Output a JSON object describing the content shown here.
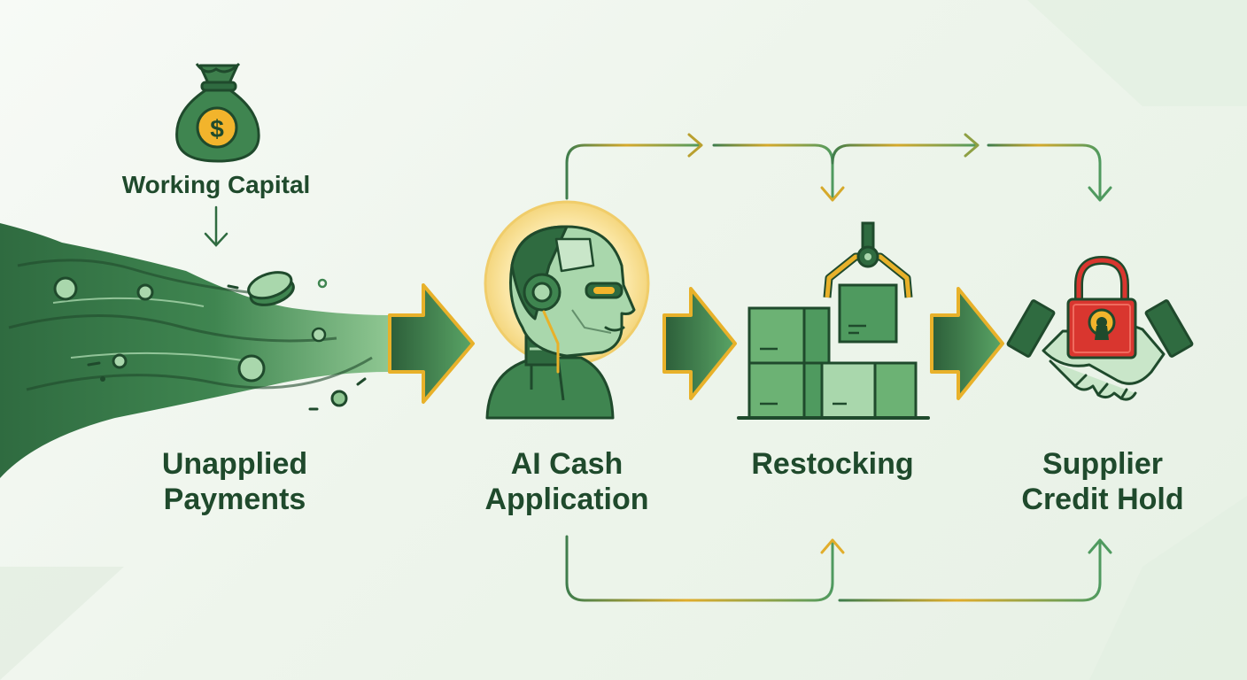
{
  "colors": {
    "dark_green": "#2f6b40",
    "mid_green": "#4f9a5f",
    "light_green": "#a9d7ac",
    "gold": "#e8b12a",
    "lock_red": "#d9362f",
    "text": "#1f4a2c",
    "background": "#f1f6ef"
  },
  "labels": {
    "working_capital": "Working Capital",
    "unapplied_payments": [
      "Unapplied",
      "Payments"
    ],
    "ai_cash_application": [
      "AI Cash",
      "Application"
    ],
    "restocking": "Restocking",
    "supplier_credit_hold": [
      "Supplier",
      "Credit Hold"
    ]
  },
  "icons": {
    "money_bag": "money-bag-icon",
    "cash_stream": "cash-stream-icon",
    "robot": "ai-robot-head-icon",
    "boxes": "stacked-boxes-icon",
    "claw": "robotic-claw-icon",
    "lock_handshake": "padlock-handshake-icon"
  }
}
